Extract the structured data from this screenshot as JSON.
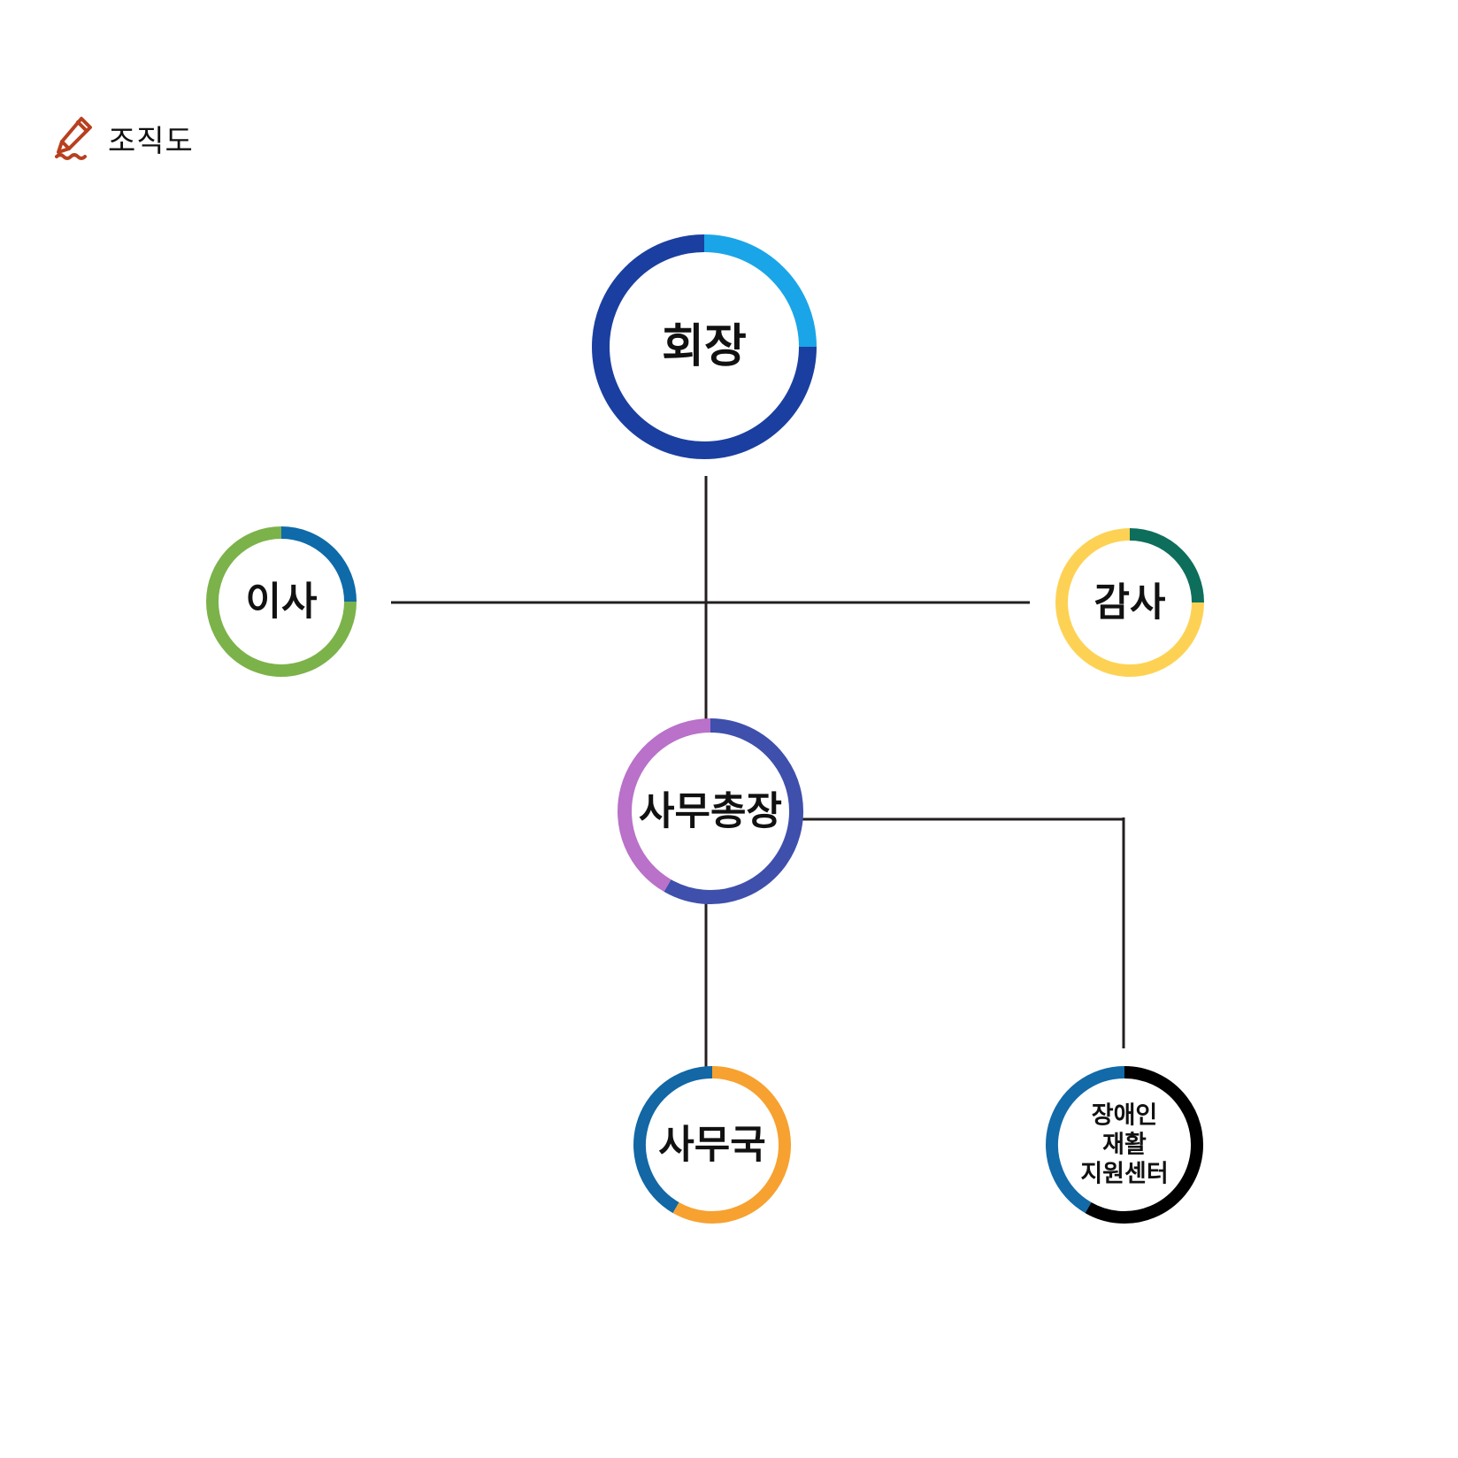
{
  "title": "조직도",
  "icon": "pencil-icon",
  "colors": {
    "line": "#231f20",
    "text": "#111111",
    "icon": "#b8401f"
  },
  "nodes": [
    {
      "id": "chairman",
      "label": [
        "회장"
      ],
      "ring": [
        "#1aa5e8",
        "#1b3fa0"
      ]
    },
    {
      "id": "director",
      "label": [
        "이사"
      ],
      "ring": [
        "#0e6aa8",
        "#7cb24a"
      ]
    },
    {
      "id": "auditor",
      "label": [
        "감사"
      ],
      "ring": [
        "#0e6e5c",
        "#fdd254"
      ]
    },
    {
      "id": "secretary-general",
      "label": [
        "사무총장"
      ],
      "ring": [
        "#3f4fac",
        "#b971c9"
      ]
    },
    {
      "id": "secretariat",
      "label": [
        "사무국"
      ],
      "ring": [
        "#f7a130",
        "#1267a4"
      ]
    },
    {
      "id": "rehab-center",
      "label": [
        "장애인",
        "재활",
        "지원센터"
      ],
      "ring": [
        "#000000",
        "#126aa8"
      ]
    }
  ]
}
